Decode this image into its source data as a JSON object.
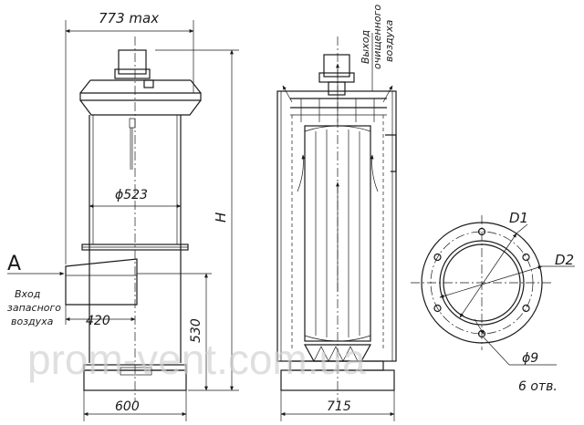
{
  "dimensions": {
    "overall_width": "773 max",
    "inner_diameter": "ϕ523",
    "height": "H",
    "inlet_offset": "420",
    "inlet_height": "530",
    "base_width_side": "600",
    "base_width_front": "715",
    "bolt_circle_d1": "D1",
    "bolt_circle_d2": "D2",
    "hole_diameter": "ϕ9",
    "hole_count": "6 отв."
  },
  "labels": {
    "view_a": "A",
    "inlet_line1": "Вход",
    "inlet_line2": "запасного",
    "inlet_line3": "воздуха",
    "outlet_line1": "Выход",
    "outlet_line2": "очищенного",
    "outlet_line3": "воздуха"
  },
  "watermark": "prom-vent.com.ua",
  "colors": {
    "line": "#1a1a1a",
    "watermark": "#cfcfcf",
    "background": "#ffffff"
  }
}
